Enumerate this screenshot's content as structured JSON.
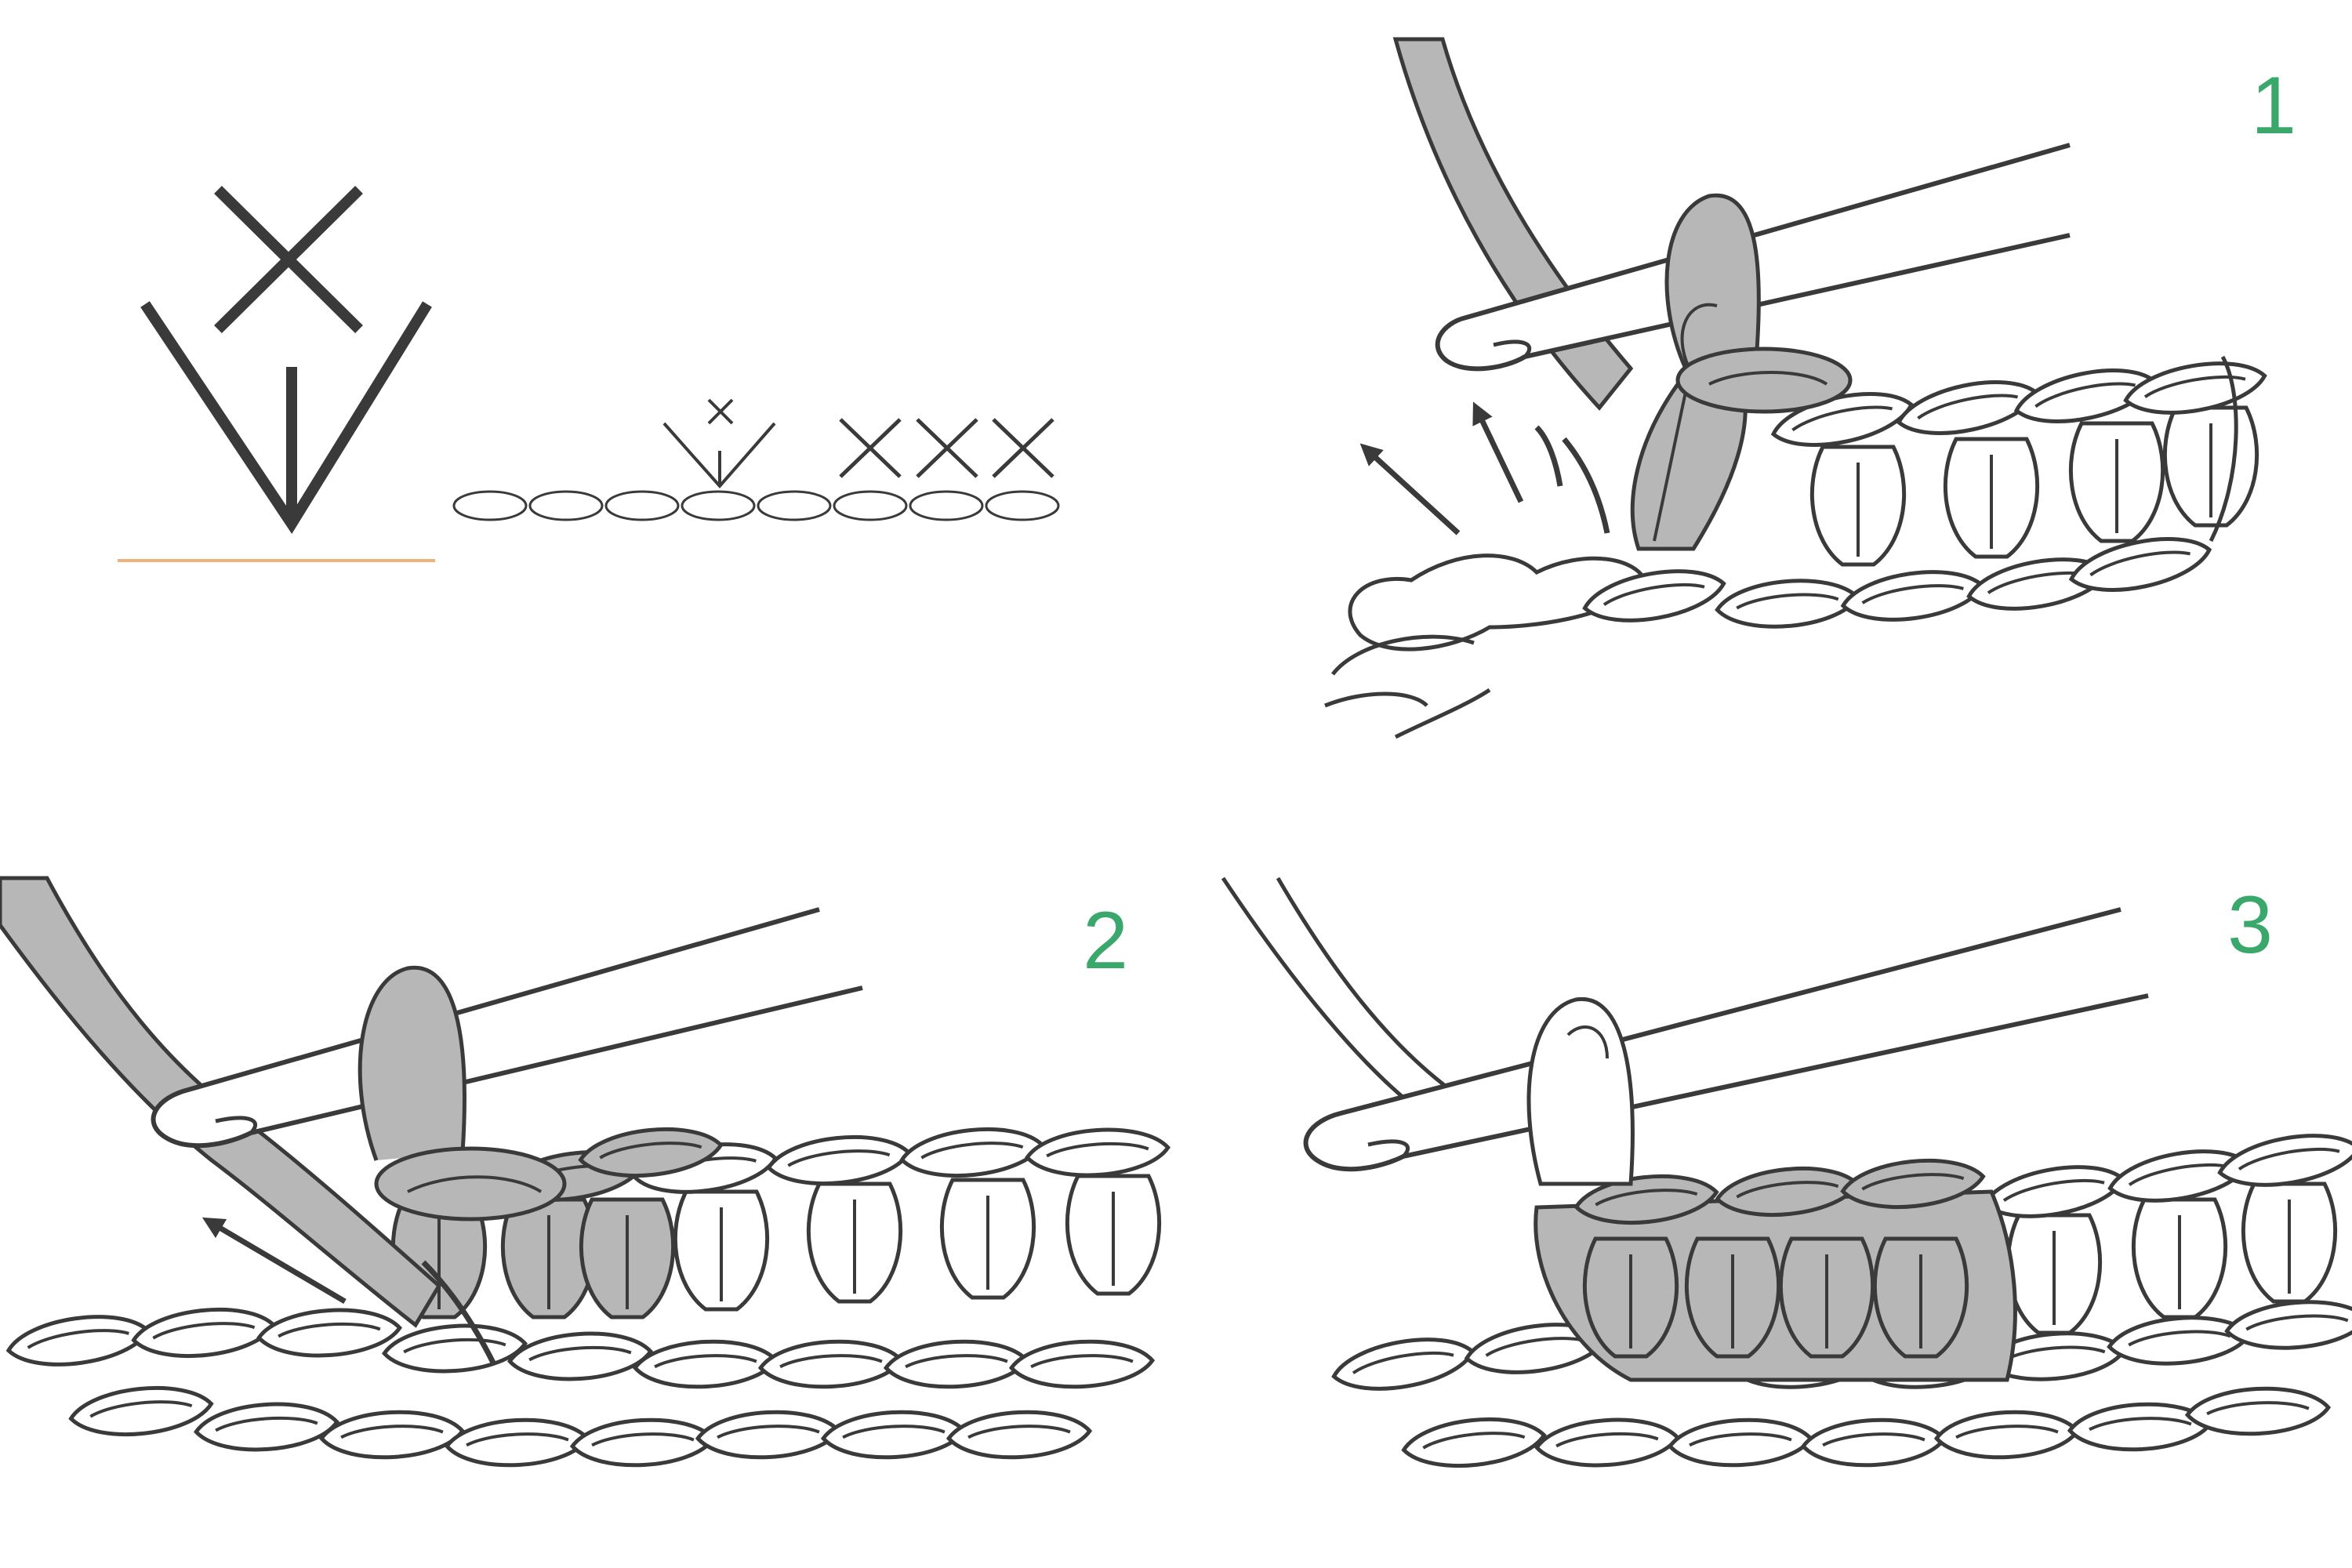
{
  "colors": {
    "background": "#ffffff",
    "line": "#3a3a3a",
    "working_yarn": "#b7b7b7",
    "step_number": "#3aa86b",
    "baseline_accent": "#f0b27a"
  },
  "symbol_legend": {
    "symbol": "sc3tog-over-sc",
    "chain_count": 8
  },
  "steps": [
    {
      "number": "1"
    },
    {
      "number": "2"
    },
    {
      "number": "3"
    }
  ]
}
